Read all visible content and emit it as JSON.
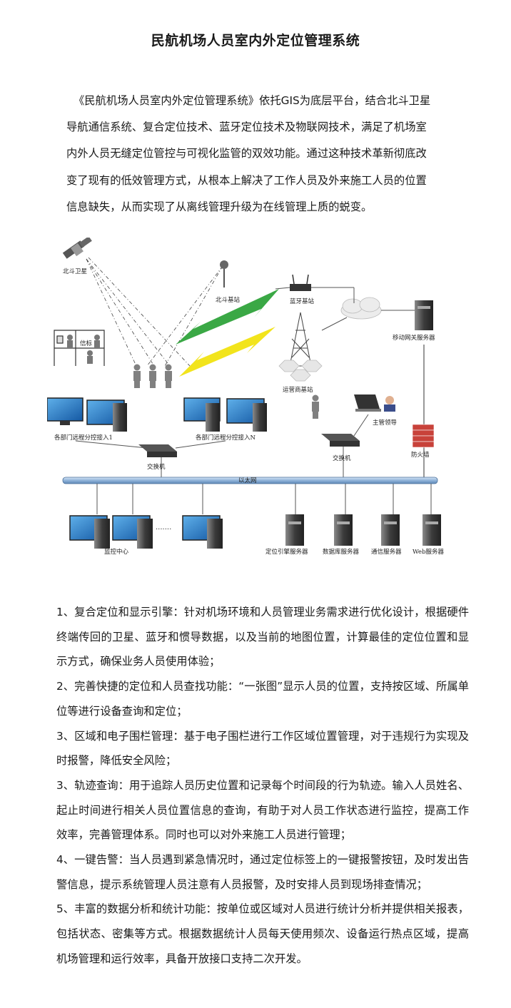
{
  "title": "民航机场人员室内外定位管理系统",
  "intro": "《民航机场人员室内外定位管理系统》依托GIS为底层平台，结合北斗卫星导航通信系统、复合定位技术、蓝牙定位技术及物联网技术，满足了机场室内外人员无缝定位管控与可视化监管的双效功能。通过这种技术革新彻底改变了现有的低效管理方式，从根本上解决了工作人员及外来施工人员的位置信息缺失，从而实现了从离线管理升级为在线管理上质的蜕变。",
  "diagram": {
    "labels": {
      "satellite": "北斗卫星",
      "base_station": "北斗基站",
      "beacon": "信标",
      "bluetooth_station": "蓝牙基站",
      "operator_station": "运营商基站",
      "mobile_gateway": "移动网关服务器",
      "remote_access_1": "各部门远程分控接入1",
      "remote_access_n": "各部门远程分控接入N",
      "switch_left": "交换机",
      "switch_right": "交换机",
      "supervisor": "主管领导",
      "firewall": "防火墙",
      "ethernet": "以太网",
      "monitor_center": "监控中心",
      "positioning_server": "定位引擎服务器",
      "database_server": "数据库服务器",
      "comm_server": "通信服务器",
      "web_server": "Web服务器"
    },
    "colors": {
      "monitor": "#1e6fb8",
      "lightning_green": "#3aa845",
      "lightning_yellow": "#f2e41c",
      "firewall": "#c8423a",
      "bus": "#7ea7d0"
    }
  },
  "features": [
    "1、复合定位和显示引擎：针对机场环境和人员管理业务需求进行优化设计，根据硬件终端传回的卫星、蓝牙和惯导数据，以及当前的地图位置，计算最佳的定位位置和显示方式，确保业务人员使用体验；",
    "2、完善快捷的定位和人员查找功能：“一张图”显示人员的位置，支持按区域、所属单位等进行设备查询和定位；",
    "3、区域和电子围栏管理：基于电子围栏进行工作区域位置管理，对于违规行为实现及时报警，降低安全风险；",
    "3、轨迹查询：用于追踪人员历史位置和记录每个时间段的行为轨迹。输入人员姓名、起止时间进行相关人员位置信息的查询，有助于对人员工作状态进行监控，提高工作效率，完善管理体系。同时也可以对外来施工人员进行管理；",
    "4、一键告警：当人员遇到紧急情况时，通过定位标签上的一键报警按钮，及时发出告警信息，提示系统管理人员注意有人员报警，及时安排人员到现场排查情况；",
    "5、丰富的数据分析和统计功能：按单位或区域对人员进行统计分析并提供相关报表，包括状态、密集等方式。根据数据统计人员每天使用频次、设备运行热点区域，提高机场管理和运行效率，具备开放接口支持二次开发。"
  ]
}
